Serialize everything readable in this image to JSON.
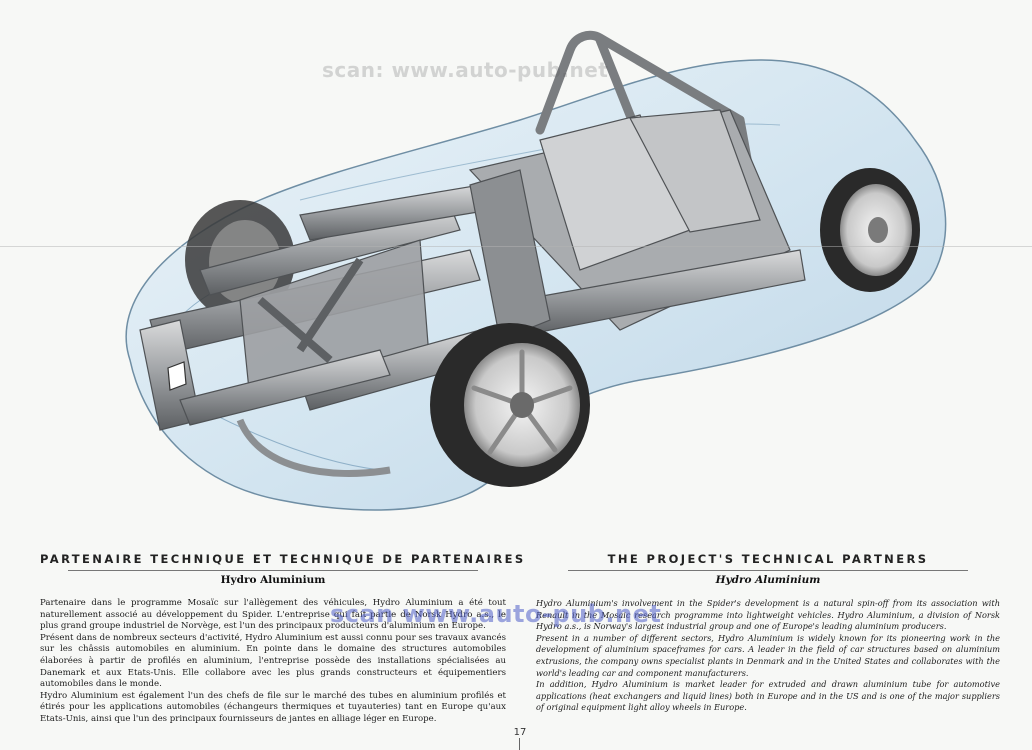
{
  "watermarks": {
    "top": "scan: www.auto-pub.net",
    "middle": "scan www.auto-pub.net"
  },
  "left_column": {
    "heading": "PARTENAIRE TECHNIQUE ET TECHNIQUE DE PARTENAIRES",
    "subheading": "Hydro Aluminium",
    "paragraphs": [
      "Partenaire dans le programme Mosaïc sur l'allègement des véhicules, Hydro Aluminium a été tout naturellement associé au développement du Spider. L'entreprise qui fait partie de Norsk Hydro a.s., le plus grand groupe industriel de Norvège, est l'un des principaux producteurs d'aluminium en Europe.",
      "Présent dans de nombreux secteurs d'activité, Hydro Aluminium est aussi connu pour ses travaux avancés sur les châssis automobiles en aluminium. En pointe dans le domaine des structures automobiles élaborées à partir de profilés en aluminium, l'entreprise possède des installations spécialisées au Danemark et aux Etats-Unis. Elle collabore avec les plus grands constructeurs et équipementiers automobiles dans le monde.",
      "Hydro Aluminium est également l'un des chefs de file sur le marché des tubes en aluminium profilés et étirés pour les applications automobiles (échangeurs thermiques et tuyauteries) tant en Europe qu'aux Etats-Unis, ainsi que l'un des principaux fournisseurs de jantes en alliage léger en Europe."
    ]
  },
  "right_column": {
    "heading": "THE PROJECT'S TECHNICAL PARTNERS",
    "subheading": "Hydro Aluminium",
    "paragraphs": [
      "Hydro Aluminium's involvement in the Spider's development is a natural spin-off from its association with Renault in the Mosaic research programme into lightweight vehicles. Hydro Aluminium, a division of Norsk Hydro a.s., is Norway's largest industrial group and one of Europe's leading aluminium producers.",
      "Present in a number of different sectors, Hydro Aluminium is widely known for its pioneering work in the development of aluminium spaceframes for cars. A leader in the field of car structures based on aluminium extrusions, the company owns specialist plants in Denmark and in the United States and collaborates with the world's leading car and component manufacturers.",
      "In addition, Hydro Aluminium is market leader for extruded and drawn aluminium tube for automotive applications (heat exchangers and liquid lines) both in Europe and in the US and is one of the major suppliers of original equipment light alloy wheels in Europe."
    ]
  },
  "page_number": "17",
  "colors": {
    "body_shell": "#bcd8ec",
    "body_outline": "#6f8ea4",
    "frame": "#8c8f92",
    "frame_dark": "#4f5255",
    "tyre": "#2a2a2a"
  }
}
